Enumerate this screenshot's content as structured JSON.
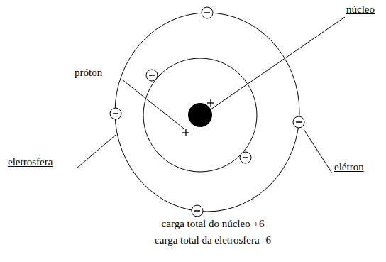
{
  "diagram": {
    "labels": [
      "núcleo",
      "próton",
      "eletrosfera",
      "elétron",
      "carga total do núcleo +6",
      "carga total da eletrosfera -6"
    ]
  }
}
